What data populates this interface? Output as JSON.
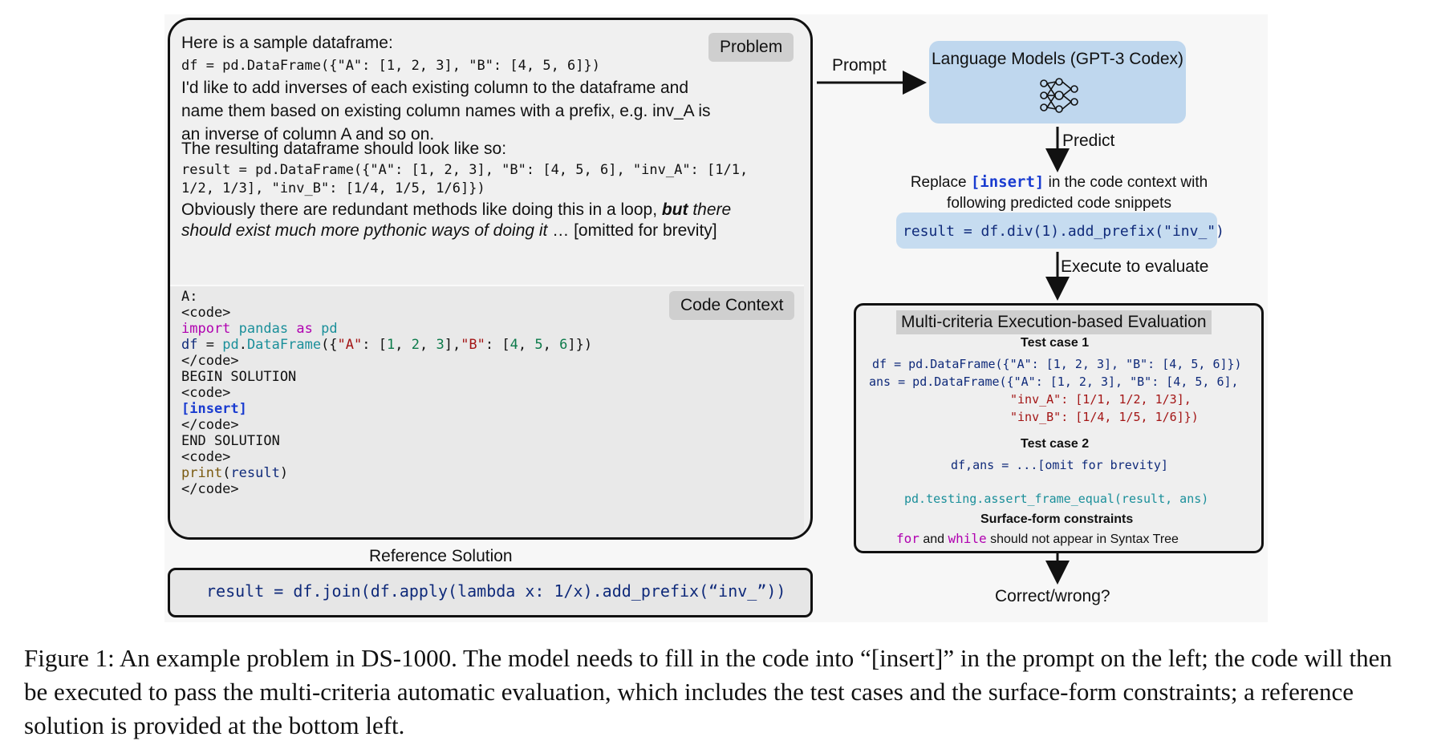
{
  "problem": {
    "tag": "Problem",
    "intro": "Here is a sample dataframe:",
    "df_code": "df = pd.DataFrame({\"A\": [1, 2, 3], \"B\": [4, 5, 6]})",
    "para1": "I'd like to add inverses of each existing column to the dataframe and name them based on existing column names with a prefix, e.g. inv_A is an inverse of column A and so on.",
    "para2": "The resulting dataframe should look like so:",
    "result_code_1": "result = pd.DataFrame({\"A\": [1, 2, 3], \"B\": [4, 5, 6], \"inv_A\": [1/1,",
    "result_code_2": "1/2, 1/3], \"inv_B\": [1/4, 1/5, 1/6]})",
    "para3_a": "Obviously there are redundant methods like doing this in a loop, ",
    "para3_b": "but",
    "para3_c": " there",
    "para3_d": "should exist much more pythonic ways of doing it",
    "para3_e": " … [omitted for brevity]"
  },
  "code_context": {
    "tag": "Code Context",
    "lines": {
      "a": "A:",
      "code_open": "<code>",
      "import_kw": "import",
      "import_mod": "pandas",
      "as_kw": "as",
      "alias": "pd",
      "df": "df",
      "eq": " = ",
      "pd": "pd",
      "dot": ".",
      "DataFrame": "DataFrame",
      "open": "({",
      "kA": "\"A\"",
      "colon1": ": [",
      "n1": "1",
      "c1": ", ",
      "n2": "2",
      "c2": ", ",
      "n3": "3",
      "mid": "],",
      "kB": "\"B\"",
      "colon2": ": [",
      "n4": "4",
      "c3": ", ",
      "n5": "5",
      "c4": ", ",
      "n6": "6",
      "close": "]})",
      "code_close": "</code>",
      "begin": "BEGIN SOLUTION",
      "insert": "[insert]",
      "end": "END SOLUTION",
      "print": "print",
      "print_arg_open": "(",
      "print_arg": "result",
      "print_arg_close": ")"
    }
  },
  "reference": {
    "title": "Reference Solution",
    "code": "result = df.join(df.apply(lambda x: 1/x).add_prefix(“inv_”))"
  },
  "arrows": {
    "prompt": "Prompt",
    "predict": "Predict",
    "execute": "Execute to evaluate"
  },
  "lm": {
    "title": "Language Models (GPT-3 Codex)",
    "icon": "neural-network-icon"
  },
  "replace": {
    "pre": "Replace ",
    "insert": "[insert]",
    "post": " in the code context with",
    "line2": "following predicted code snippets"
  },
  "prediction": {
    "code": "result = df.div(1).add_prefix(\"inv_\")"
  },
  "evaluation": {
    "title": "Multi-criteria Execution-based Evaluation",
    "test1": "Test case 1",
    "t1_line1": "df = pd.DataFrame({\"A\": [1, 2, 3], \"B\": [4, 5, 6]})",
    "t1_line2": "ans = pd.DataFrame({\"A\": [1, 2, 3], \"B\": [4, 5, 6],",
    "t1_line3": "\"inv_A\": [1/1, 1/2, 1/3],",
    "t1_line4": "\"inv_B\": [1/4, 1/5, 1/6]})",
    "test2": "Test case 2",
    "t2_line": "df,ans = ...[omit for brevity]",
    "assert": "pd.testing.assert_frame_equal(result, ans)",
    "surface": "Surface-form constraints",
    "for_kw": "for",
    "and": " and ",
    "while_kw": "while",
    "constraint_rest": " should not appear in Syntax Tree"
  },
  "result_label": "Correct/wrong?",
  "caption": "Figure 1: An example problem in DS-1000. The model needs to fill in the code into “[insert]” in the prompt on the left; the code will then be executed to pass the multi-criteria automatic evaluation, which includes the test cases and the surface-form constraints; a reference solution is provided at the bottom left.",
  "colors": {
    "lm_box": "#bfd7ee",
    "prediction_box": "#c6dcf0",
    "tag_gray": "#cfcfcf",
    "keyword_purple": "#b000b0",
    "insert_blue": "#1a3cd0"
  }
}
